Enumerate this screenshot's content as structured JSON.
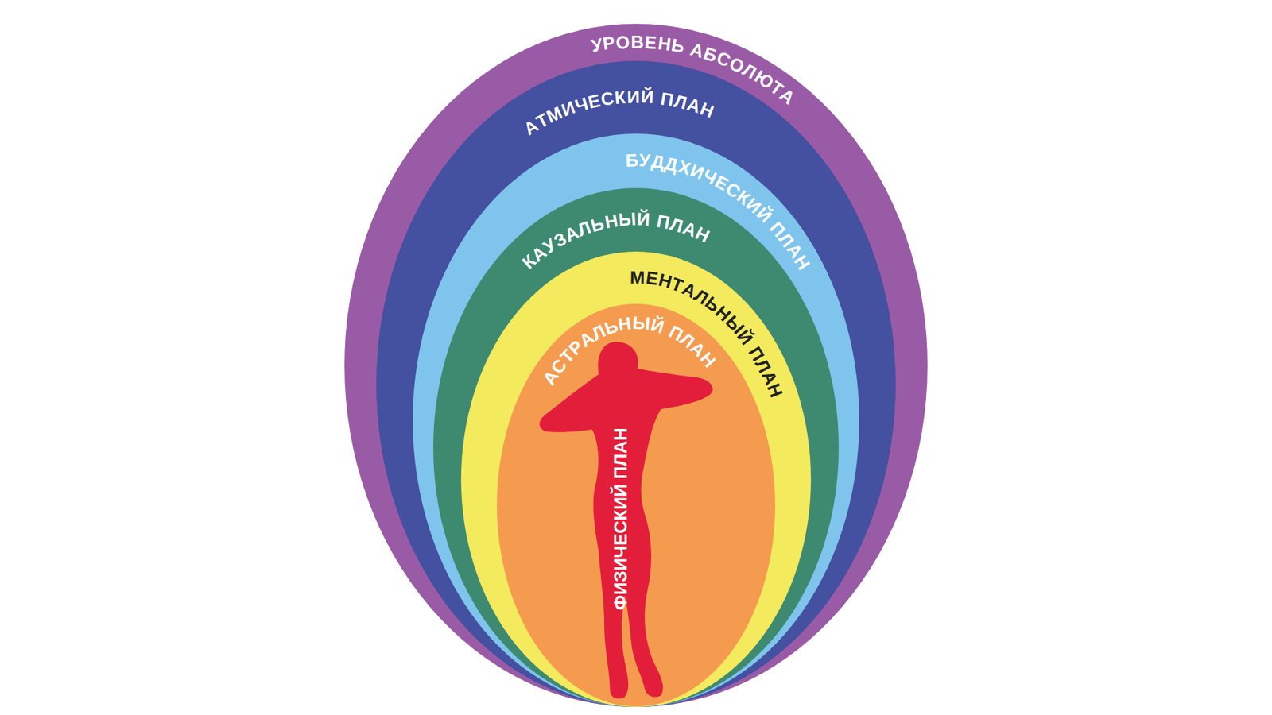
{
  "diagram": {
    "nodes": [
      {
        "text": [
          "УРОВЕНЬ АБСОЛЮТА"
        ]
      },
      {
        "text": [
          "АТМИЧЕСКИЙ ПЛАН"
        ],
        "in": 0
      },
      {
        "text": [
          "БУДДХИЧЕСКИЙ ПЛАН"
        ],
        "in": 1
      },
      {
        "text": [
          "КАУЗАЛЬНЫЙ ПЛАН"
        ],
        "in": 2
      },
      {
        "text": [
          "МЕНТАЛЬНЫЙ ПЛАН"
        ],
        "in": 3
      },
      {
        "text": [
          "АСТРАЛЬНЫЙ ПЛАН"
        ],
        "in": 4
      },
      {
        "text": [
          "ФИЗИЧЕСКИЙ ПЛАН"
        ],
        "in": 5
      }
    ]
  }
}
